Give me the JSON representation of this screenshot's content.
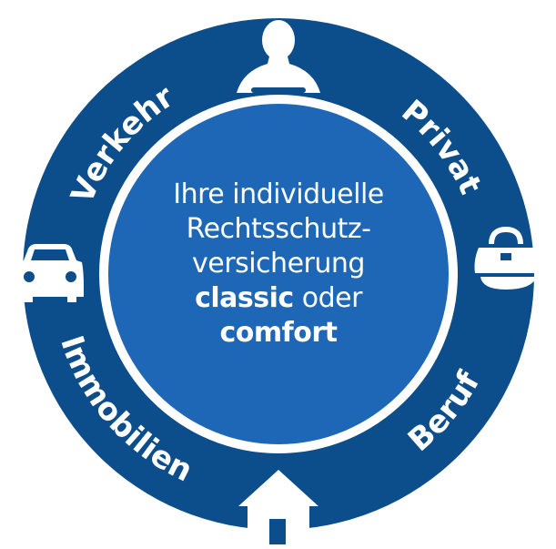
{
  "colors": {
    "ring": "#0c4d8c",
    "center": "#1d67b6",
    "icon": "#ffffff",
    "text": "#ffffff"
  },
  "center": {
    "line1": "Ihre individuelle",
    "line2": "Rechtsschutz-",
    "line3": "versicherung",
    "line4_bold": "classic",
    "line4_rest": " oder",
    "line5_bold": "comfort"
  },
  "segments": {
    "top_left": "Verkehr",
    "top_right": "Privat",
    "bottom_left": "Immobilien",
    "bottom_right": "Beruf"
  },
  "icons": [
    "person-icon",
    "bag-icon",
    "house-icon",
    "car-icon"
  ]
}
